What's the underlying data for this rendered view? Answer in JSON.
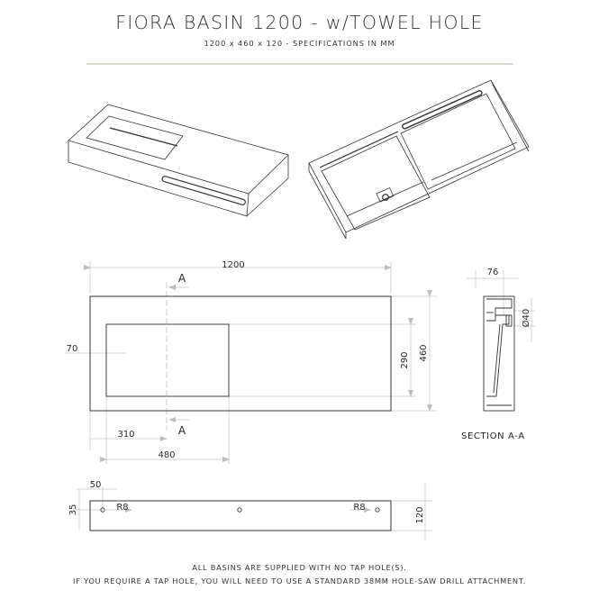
{
  "header": {
    "title": "FIORA BASIN 1200 - w/TOWEL HOLE",
    "subtitle": "1200 x 460 x 120 -  SPECIFICATIONS IN MM",
    "rule_color": "#d9d4cc"
  },
  "views": {
    "iso_top": {
      "label": "isometric-top-view"
    },
    "iso_bottom": {
      "label": "isometric-bottom-view"
    },
    "plan": {
      "overall_width": "1200",
      "overall_depth": "460",
      "bowl_depth": "290",
      "edge_offset": "70",
      "section_offset": "310",
      "bowl_width": "480",
      "section_marker_top": "A",
      "section_marker_bottom": "A"
    },
    "section": {
      "wall_width": "76",
      "towel_hole_diameter": "Ø40",
      "caption": "SECTION A-A"
    },
    "front": {
      "hole_offset_x": "50",
      "hole_offset_y": "35",
      "radius_left": "R8",
      "radius_right": "R8",
      "height": "120"
    }
  },
  "notes": {
    "line1": "ALL BASINS ARE SUPPLIED WITH NO TAP HOLE(S).",
    "line2": "IF YOU REQUIRE A TAP HOLE, YOU WILL NEED TO USE A STANDARD 38MM HOLE-SAW DRILL ATTACHMENT."
  },
  "colors": {
    "outline": "#2b2b2b",
    "dimension_line": "#b8b8b8",
    "text": "#2b2b2b"
  }
}
